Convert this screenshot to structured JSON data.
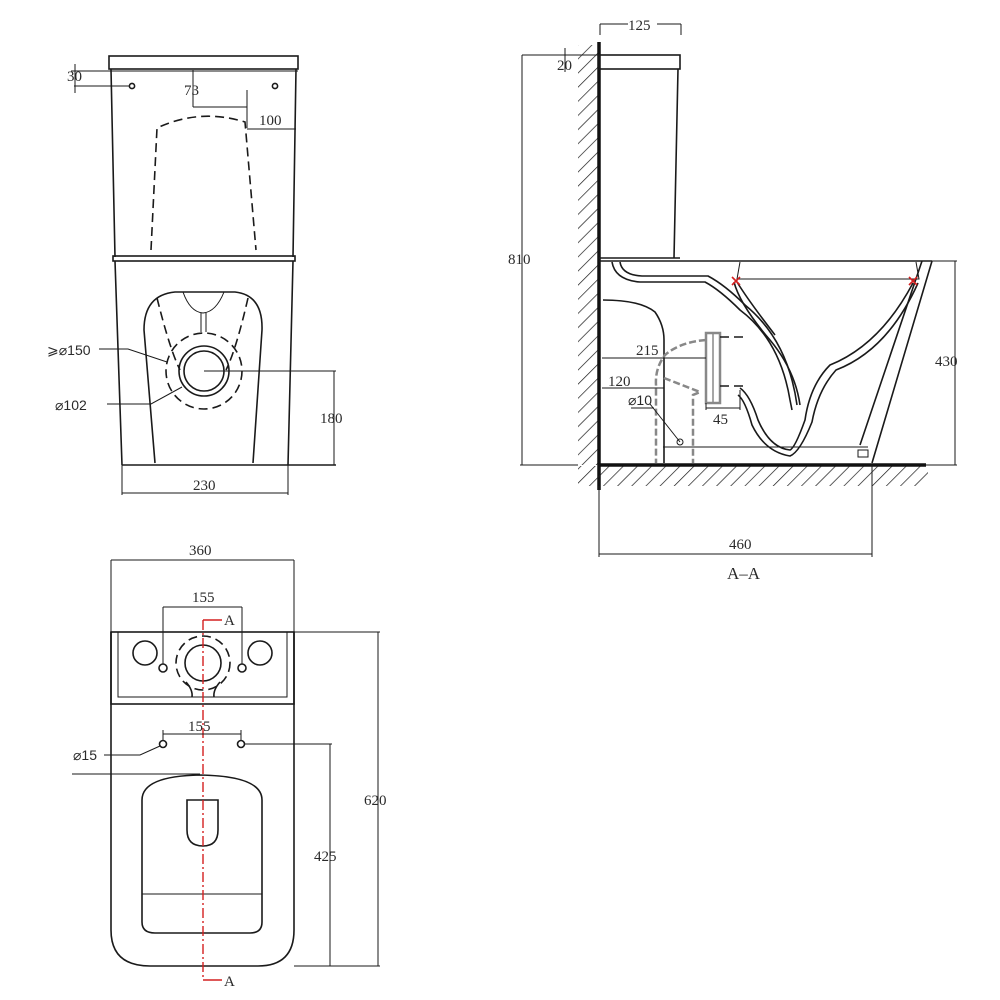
{
  "drawing": {
    "title": "Close-coupled toilet technical drawing",
    "views": {
      "front": {
        "labels": {
          "top_hole_offset": "30",
          "flush_offset": "73",
          "flush_width": "100",
          "outlet_clearance": "⩾⌀150",
          "outlet_diameter": "⌀102",
          "outlet_height": "180",
          "base_width": "230"
        }
      },
      "section": {
        "labels": {
          "tank_depth": "125",
          "wall_gap": "20",
          "total_height": "810",
          "bowl_height": "430",
          "outlet_height_upper": "215",
          "outlet_height_lower": "120",
          "fixing_diameter": "⌀10",
          "outlet_length": "45",
          "total_depth": "460",
          "section_name": "A–A"
        }
      },
      "plan": {
        "labels": {
          "total_width": "360",
          "tank_hole_spacing": "155",
          "section_marker_top": "A",
          "fixing_spacing": "155",
          "fixing_diameter": "⌀15",
          "total_length": "620",
          "fixing_to_front": "425",
          "section_marker_bottom": "A"
        }
      }
    },
    "colors": {
      "line": "#1a1a1a",
      "section_line": "#d42020",
      "hidden_pipe": "#888888"
    }
  }
}
